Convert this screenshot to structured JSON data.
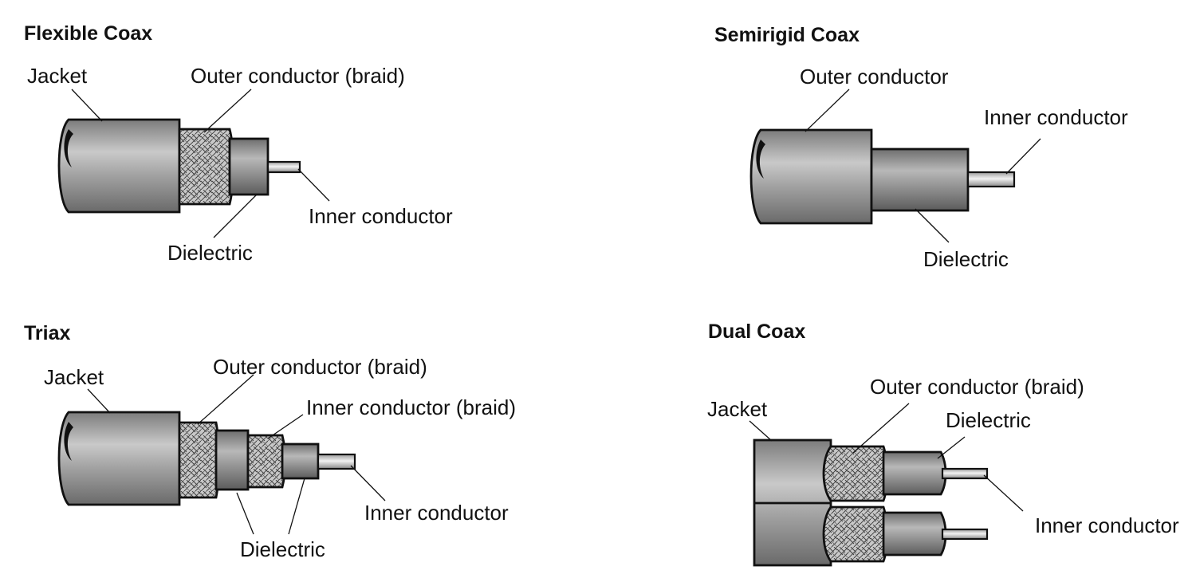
{
  "colors": {
    "outline": "#111111",
    "sheath_gray": "#9a9a9a",
    "braid_gray": "#c2c2c2",
    "wire_light": "#e4e4e4",
    "background": "#ffffff"
  },
  "diagrams": {
    "flexible": {
      "title": "Flexible Coax",
      "labels": {
        "jacket": "Jacket",
        "outer": "Outer conductor (braid)",
        "inner": "Inner conductor",
        "dielectric": "Dielectric"
      }
    },
    "semirigid": {
      "title": "Semirigid Coax",
      "labels": {
        "outer": "Outer conductor",
        "inner": "Inner conductor",
        "dielectric": "Dielectric"
      }
    },
    "triax": {
      "title": "Triax",
      "labels": {
        "jacket": "Jacket",
        "outer": "Outer conductor (braid)",
        "inner_braid": "Inner conductor (braid)",
        "inner": "Inner conductor",
        "dielectric": "Dielectric"
      }
    },
    "dual": {
      "title": "Dual Coax",
      "labels": {
        "jacket": "Jacket",
        "outer": "Outer conductor (braid)",
        "dielectric": "Dielectric",
        "inner": "Inner conductor"
      }
    }
  }
}
